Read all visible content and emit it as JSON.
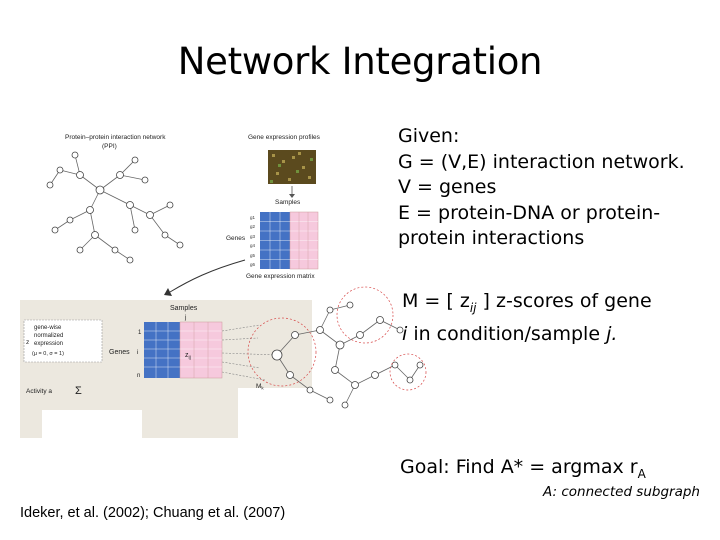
{
  "slide": {
    "title": "Network Integration",
    "given": {
      "label": "Given",
      "lines": [
        "G = (V,E) interaction network.",
        "V = genes",
        "E = protein-DNA or protein-",
        "protein interactions"
      ]
    },
    "m_definition": {
      "prefix": "M = [ z",
      "sub": "ij",
      "suffix": " ] z-scores of gene",
      "line2_i": "i",
      "line2_mid": " in condition/sample ",
      "line2_j": "j."
    },
    "goal": {
      "label": "Goal",
      "text": ": Find A* = argmax r",
      "sub": "A",
      "note": "A: connected subgraph"
    },
    "citation": "Ideker, et al. (2002); Chuang et al. (2007)"
  },
  "figure": {
    "ppi_label_1": "Protein–protein interaction network",
    "ppi_label_2": "(PPI)",
    "gep_label": "Gene expression profiles",
    "samples_label": "Samples",
    "genes_label": "Genes",
    "gene_rows": [
      "g1",
      "g2",
      "g3",
      "g4",
      "g5",
      "g6"
    ],
    "gem_label": "Gene expression matrix",
    "samples_label_2": "Samples",
    "j_label": "j",
    "i_label": "i",
    "genes_label_2": "Genes",
    "n_label": "n",
    "zij_label": "z",
    "zij_sub": "ij",
    "genewise_lines": [
      "gene-wise",
      "normalized",
      "expression"
    ],
    "zij_eq_lhs": "z",
    "zij_eq_params": "(μ = 0, σ = 1)",
    "activity_label": "Activity a",
    "sum_symbol": "Σ",
    "mk_label": "M",
    "mk_sub": "k",
    "colors": {
      "blue_column": "#4472c4",
      "pink_column": "#f6c9dd",
      "node": "#ffffff",
      "edge": "#555555",
      "heatmap_dark": "#5b4a1e",
      "panel_bg": "#ece8df",
      "circle": "#d64545"
    }
  }
}
